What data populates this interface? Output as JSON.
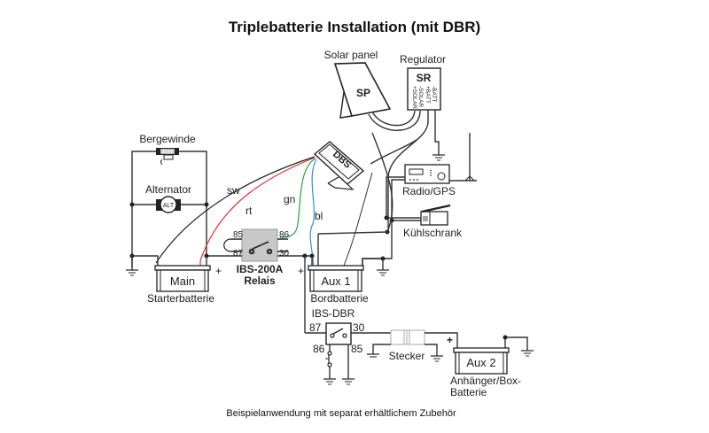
{
  "title": "Triplebatterie Installation (mit DBR)",
  "caption": "Beispielanwendung mit separat erhältlichem Zubehör",
  "colors": {
    "wire_black": "#222222",
    "wire_red": "#e03030",
    "wire_green": "#2a9d48",
    "wire_blue": "#2f8fd8",
    "relay_fill": "#c8c8c8"
  },
  "components": {
    "solar_panel": {
      "label": "Solar panel",
      "code": "SP"
    },
    "regulator": {
      "label": "Regulator",
      "code": "SR",
      "terminals": [
        "+SOLAR",
        "-SOLAR",
        "+BATT",
        "-BATT"
      ]
    },
    "winch": {
      "label": "Bergewinde"
    },
    "alternator": {
      "label": "Alternator",
      "code": "ALT"
    },
    "display": {
      "code": "DBS"
    },
    "radio": {
      "label": "Radio/GPS"
    },
    "fridge": {
      "label": "Kühlschrank"
    },
    "relay_main": {
      "name": "IBS-200A",
      "type": "Relais",
      "pins": [
        "85",
        "87",
        "86",
        "30"
      ]
    },
    "relay_dbr": {
      "name": "IBS-DBR",
      "pins": [
        "87",
        "30",
        "86",
        "85"
      ]
    },
    "plug": {
      "label": "Stecker"
    },
    "battery_main": {
      "label": "Main",
      "sub": "Starterbatterie"
    },
    "battery_aux1": {
      "label": "Aux 1",
      "sub": "Bordbatterie"
    },
    "battery_aux2": {
      "label": "Aux 2",
      "sub1": "Anhänger/Box-",
      "sub2": "Batterie"
    }
  },
  "wires": {
    "sw": "sw",
    "rt": "rt",
    "gn": "gn",
    "bl": "bl"
  },
  "polarity": {
    "plus": "+"
  }
}
